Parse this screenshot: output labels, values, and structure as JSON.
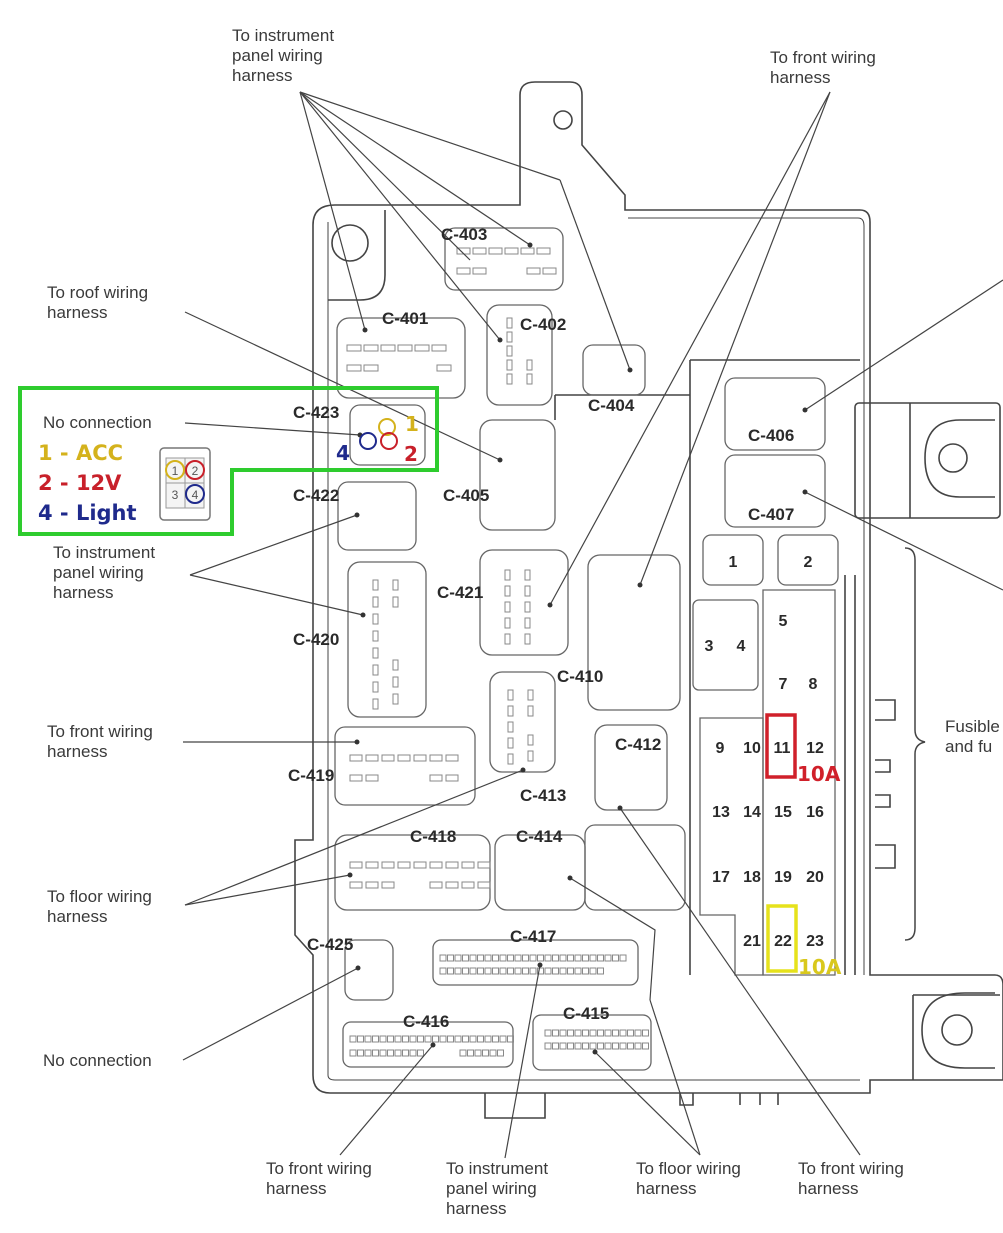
{
  "title": "Junction block connector and fuse layout",
  "callouts": {
    "top_instrument_panel": "To instrument\npanel wiring\nharness",
    "top_front": "To front wiring\nharness",
    "roof": "To roof wiring\nharness",
    "mid_instrument_panel": "To instrument\npanel wiring\nharness",
    "left_front": "To front wiring\nharness",
    "left_floor": "To floor wiring\nharness",
    "no_connection_bottom": "No connection",
    "fusible": "Fusible\nand fu",
    "bottom_front_1": "To front wiring\nharness",
    "bottom_instrument_panel": "To instrument\npanel wiring\nharness",
    "bottom_floor": "To floor wiring\nharness",
    "bottom_front_2": "To front wiring\nharness"
  },
  "annotation": {
    "no_connection": "No connection",
    "legend": [
      {
        "pin": "1",
        "text": "1 - ACC",
        "color": "#d4b21c"
      },
      {
        "pin": "2",
        "text": "2 - 12V",
        "color": "#c8202a"
      },
      {
        "pin": "4",
        "text": "4 - Light",
        "color": "#1f2a8c"
      }
    ],
    "pin_diagram": [
      "1",
      "2",
      "3",
      "4"
    ],
    "box_color": "#2ecc2e",
    "pin_labels": {
      "p1": "1",
      "p2": "2",
      "p4": "4"
    }
  },
  "connectors": {
    "c401": "C-401",
    "c402": "C-402",
    "c403": "C-403",
    "c404": "C-404",
    "c405": "C-405",
    "c406": "C-406",
    "c407": "C-407",
    "c410": "C-410",
    "c412": "C-412",
    "c413": "C-413",
    "c414": "C-414",
    "c415": "C-415",
    "c416": "C-416",
    "c417": "C-417",
    "c418": "C-418",
    "c419": "C-419",
    "c420": "C-420",
    "c421": "C-421",
    "c422": "C-422",
    "c423": "C-423",
    "c425": "C-425"
  },
  "fuses": {
    "f1": "1",
    "f2": "2",
    "f3": "3",
    "f4": "4",
    "f5": "5",
    "f7": "7",
    "f8": "8",
    "f9": "9",
    "f10": "10",
    "f11": "11",
    "f12": "12",
    "f13": "13",
    "f14": "14",
    "f15": "15",
    "f16": "16",
    "f17": "17",
    "f18": "18",
    "f19": "19",
    "f20": "20",
    "f21": "21",
    "f22": "22",
    "f23": "23"
  },
  "highlights": {
    "fuse11": {
      "fuse": "11",
      "rating": "10A",
      "color": "#d0202a"
    },
    "fuse22": {
      "fuse": "22",
      "rating": "10A",
      "color": "#e6e21c"
    }
  }
}
